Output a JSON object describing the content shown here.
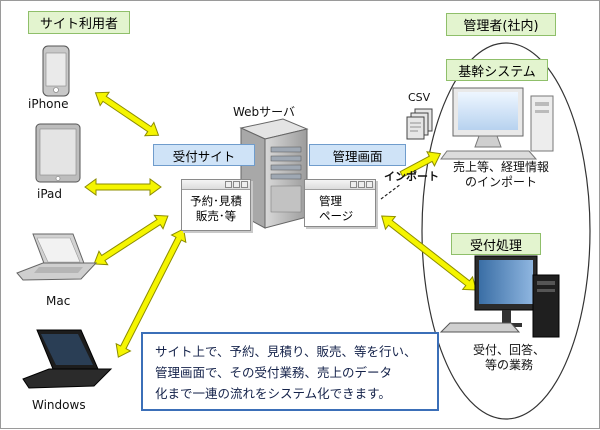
{
  "user_group": {
    "title": "サイト利用者"
  },
  "devices": [
    {
      "label": "iPhone",
      "icon": "iphone-icon"
    },
    {
      "label": "iPad",
      "icon": "ipad-icon"
    },
    {
      "label": "Mac",
      "icon": "laptop-icon"
    },
    {
      "label": "Windows",
      "icon": "laptop-icon"
    }
  ],
  "server": {
    "title": "Webサーバ",
    "reception_site_label": "受付サイト",
    "reception_page": [
      "予約･見積",
      "販売･等"
    ],
    "admin_screen_label": "管理画面",
    "admin_page": [
      "管理",
      "ページ"
    ]
  },
  "csv": {
    "label": "CSV",
    "import_label": "インポート"
  },
  "admin_group": {
    "title": "管理者(社内)"
  },
  "core_system": {
    "title": "基幹システム",
    "caption": [
      "売上等、経理情報",
      "のインポート"
    ]
  },
  "order_processing": {
    "title": "受付処理",
    "caption": [
      "受付、回答、",
      "等の業務"
    ]
  },
  "description": [
    "サイト上で、予約、見積り、販売、等を行い、",
    "管理画面で、その受付業務、売上のデータ",
    "化まで一連の流れをシステム化できます。"
  ],
  "colors": {
    "arrow_fill": "#f5f500",
    "arrow_stroke": "#8c8c00",
    "text_border": "#3b6fb8",
    "green_label": "#e3f4cf",
    "blue_label": "#cfe3f7"
  }
}
